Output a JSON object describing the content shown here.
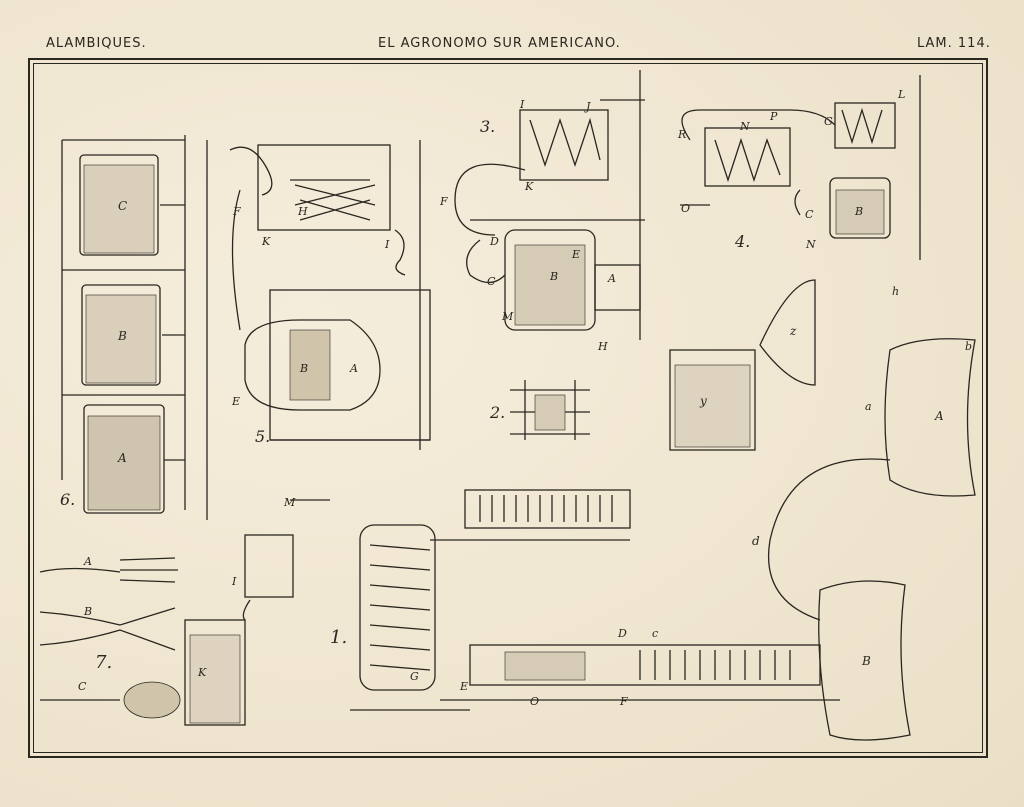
{
  "header": {
    "left": "ALAMBIQUES.",
    "center": "EL AGRONOMO SUR AMERICANO.",
    "right": "LAM. 114."
  },
  "figures": {
    "fig1": "1.",
    "fig2": "2.",
    "fig3": "3.",
    "fig4": "4.",
    "fig5": "5.",
    "fig6": "6.",
    "fig7": "7."
  },
  "letters": {
    "A": "A",
    "B": "B",
    "C": "C",
    "D": "D",
    "E": "E",
    "F": "F",
    "G": "G",
    "H": "H",
    "I": "I",
    "J": "J",
    "K": "K",
    "L": "L",
    "M": "M",
    "N": "N",
    "O": "O",
    "P": "P",
    "R": "R",
    "y": "y",
    "z": "z",
    "d": "d",
    "c": "c",
    "b": "b",
    "h": "h",
    "a": "a"
  }
}
